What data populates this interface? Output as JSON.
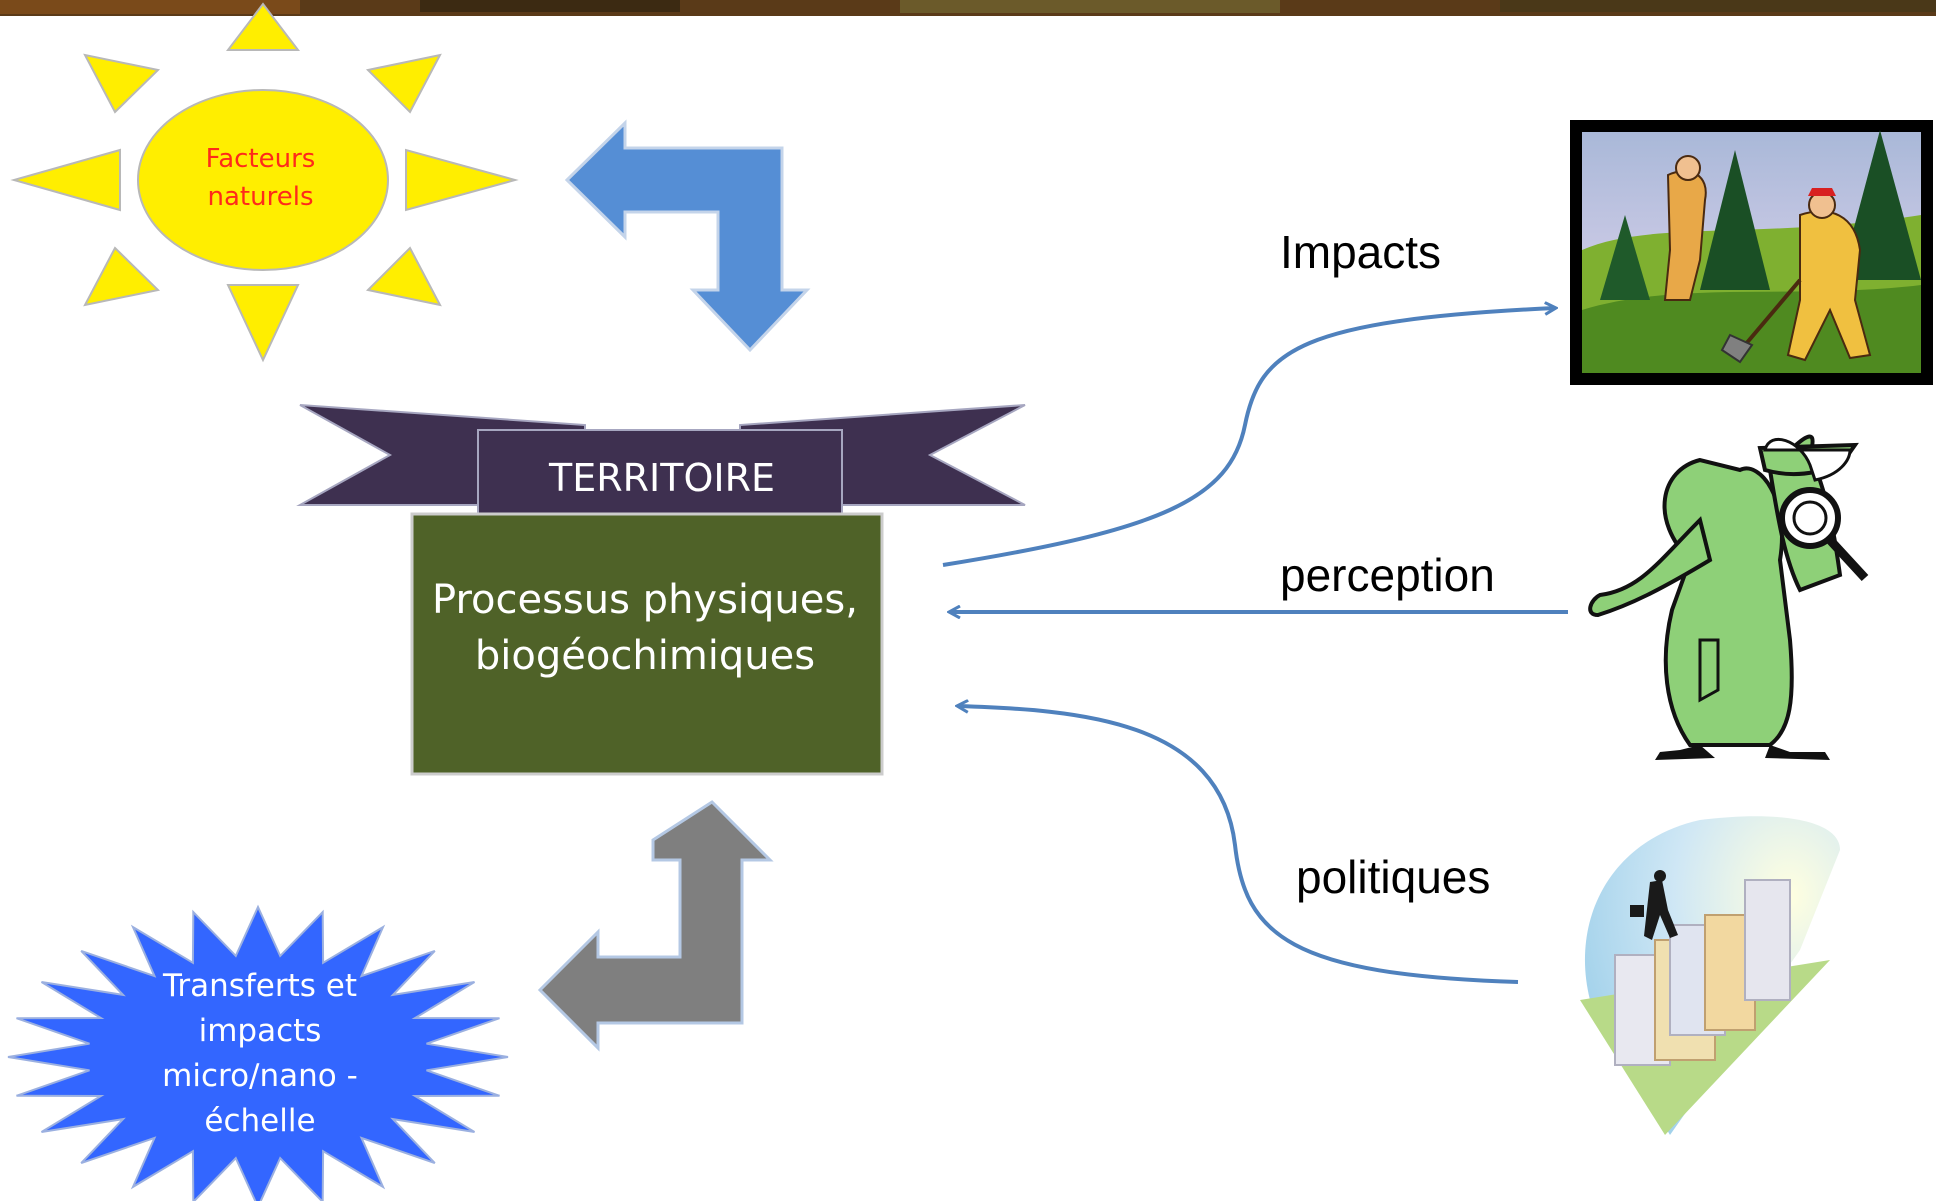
{
  "nodes": {
    "facteurs": {
      "line1": "Facteurs",
      "line2": "naturels"
    },
    "territoire": {
      "title": "TERRITOIRE",
      "line1": "Processus physiques,",
      "line2": "biogéochimiques"
    },
    "transferts": {
      "line1": "Transferts et",
      "line2": "impacts",
      "line3": "micro/nano -",
      "line4": "échelle"
    }
  },
  "flows": {
    "impacts": "Impacts",
    "perception": "perception",
    "politiques": "politiques"
  },
  "colors": {
    "sun": "#ffee00",
    "banner": "#3e3050",
    "territory_box": "#4f6228",
    "blue_arrow": "#558ed5",
    "grey_arrow": "#7f7f7f",
    "burst": "#3366ff",
    "curve": "#4f81bd"
  },
  "icons": [
    "forest-workers-clipart-icon",
    "detective-magnifier-clipart-icon",
    "city-businessman-clipart-icon"
  ]
}
